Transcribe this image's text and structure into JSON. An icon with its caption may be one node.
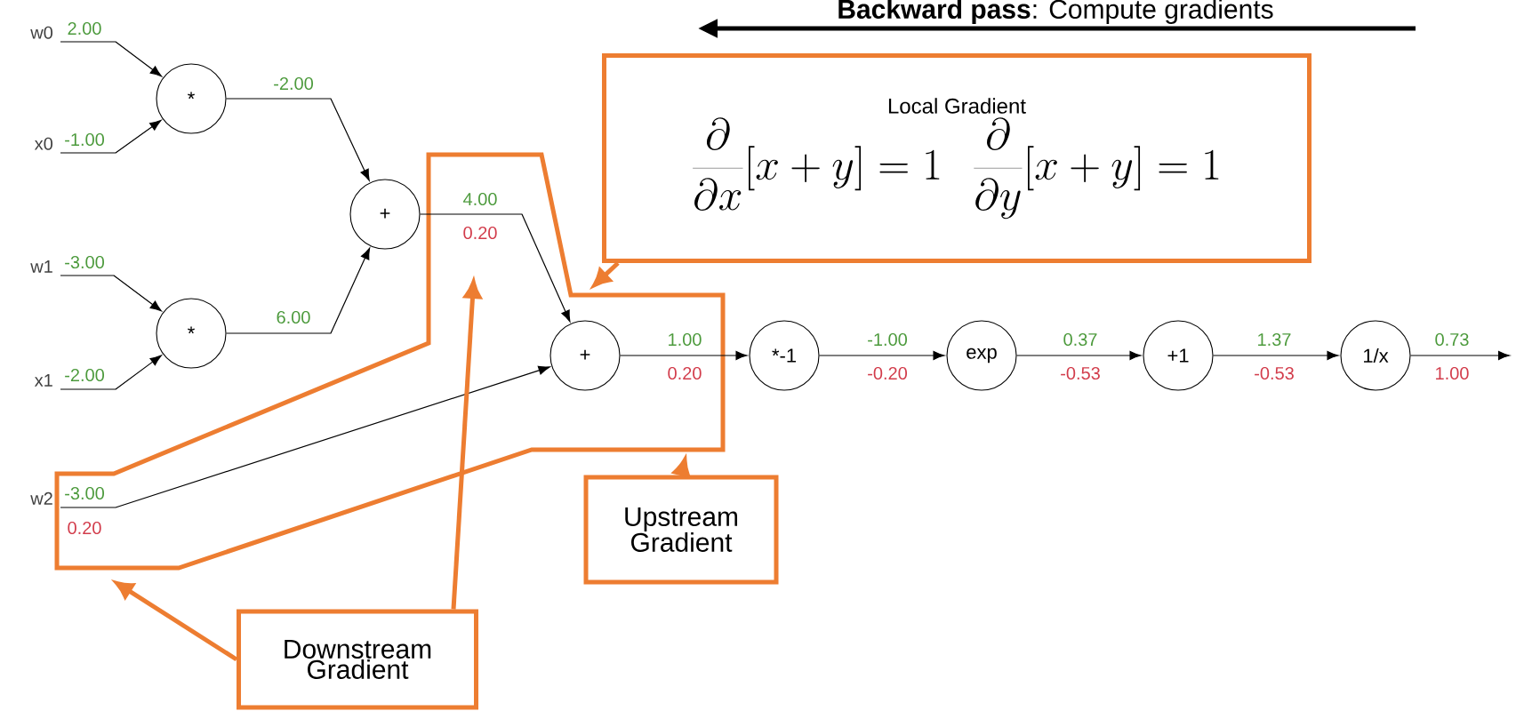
{
  "diagram": {
    "title": "**Backward pass**: Compute gradients",
    "nodes": [
      {
        "text": [
          "w0"
        ]
      },
      {
        "text": [
          "x0"
        ]
      },
      {
        "text": [
          "w1"
        ]
      },
      {
        "text": [
          "x1"
        ]
      },
      {
        "text": [
          "w2"
        ]
      },
      {
        "text": [
          "*"
        ]
      },
      {
        "text": [
          "*"
        ]
      },
      {
        "text": [
          "+"
        ]
      },
      {
        "text": [
          "+"
        ]
      },
      {
        "text": [
          "*-1"
        ]
      },
      {
        "text": [
          "exp"
        ]
      },
      {
        "text": [
          "+1"
        ]
      },
      {
        "text": [
          "1/x"
        ]
      },
      {
        "text": [
          "Local Gradient",
          "\\frac{\\partial}{\\partial x}[x+y]=1",
          "\\frac{\\partial}{\\partial y}[x+y]=1"
        ]
      },
      {
        "text": [
          "Upstream Gradient"
        ]
      },
      {
        "text": [
          "Downstream Gradient"
        ]
      }
    ],
    "edges": [
      {
        "from": 0,
        "to": 5,
        "arrow": "to",
        "label": "2.00"
      },
      {
        "from": 1,
        "to": 5,
        "arrow": "to",
        "label": "-1.00"
      },
      {
        "from": 2,
        "to": 6,
        "arrow": "to",
        "label": "-3.00"
      },
      {
        "from": 3,
        "to": 6,
        "arrow": "to",
        "label": "-2.00"
      },
      {
        "from": 5,
        "to": 7,
        "arrow": "to",
        "label": "-2.00"
      },
      {
        "from": 6,
        "to": 7,
        "arrow": "to",
        "label": "6.00"
      },
      {
        "from": 7,
        "to": 8,
        "arrow": "to",
        "label": "4.00"
      },
      {
        "from": 4,
        "to": 8,
        "arrow": "to",
        "label": "-3.00"
      },
      {
        "from": 8,
        "to": 9,
        "arrow": "to",
        "label": "1.00"
      },
      {
        "from": 9,
        "to": 10,
        "arrow": "to",
        "label": "-1.00"
      },
      {
        "from": 10,
        "to": 11,
        "arrow": "to",
        "label": "0.37"
      },
      {
        "from": 11,
        "to": 12,
        "arrow": "to",
        "label": "1.37"
      },
      {
        "from": 12,
        "to": null,
        "arrow": "to",
        "label": "0.73"
      },
      {
        "from": 13,
        "to": null,
        "arrow": "to",
        "style": "thick",
        "color": "#ed7d31"
      },
      {
        "from": 14,
        "to": null,
        "arrow": "to",
        "style": "thick",
        "color": "#ed7d31"
      },
      {
        "from": 15,
        "to": null,
        "arrow": "to",
        "style": "thick",
        "color": "#ed7d31"
      },
      {
        "from": 15,
        "to": null,
        "arrow": "to",
        "style": "thick",
        "color": "#ed7d31"
      }
    ],
    "labels": [
      "0.20",
      "0.20",
      "-0.20",
      "-0.53",
      "-0.53",
      "1.00",
      "0.20"
    ]
  }
}
